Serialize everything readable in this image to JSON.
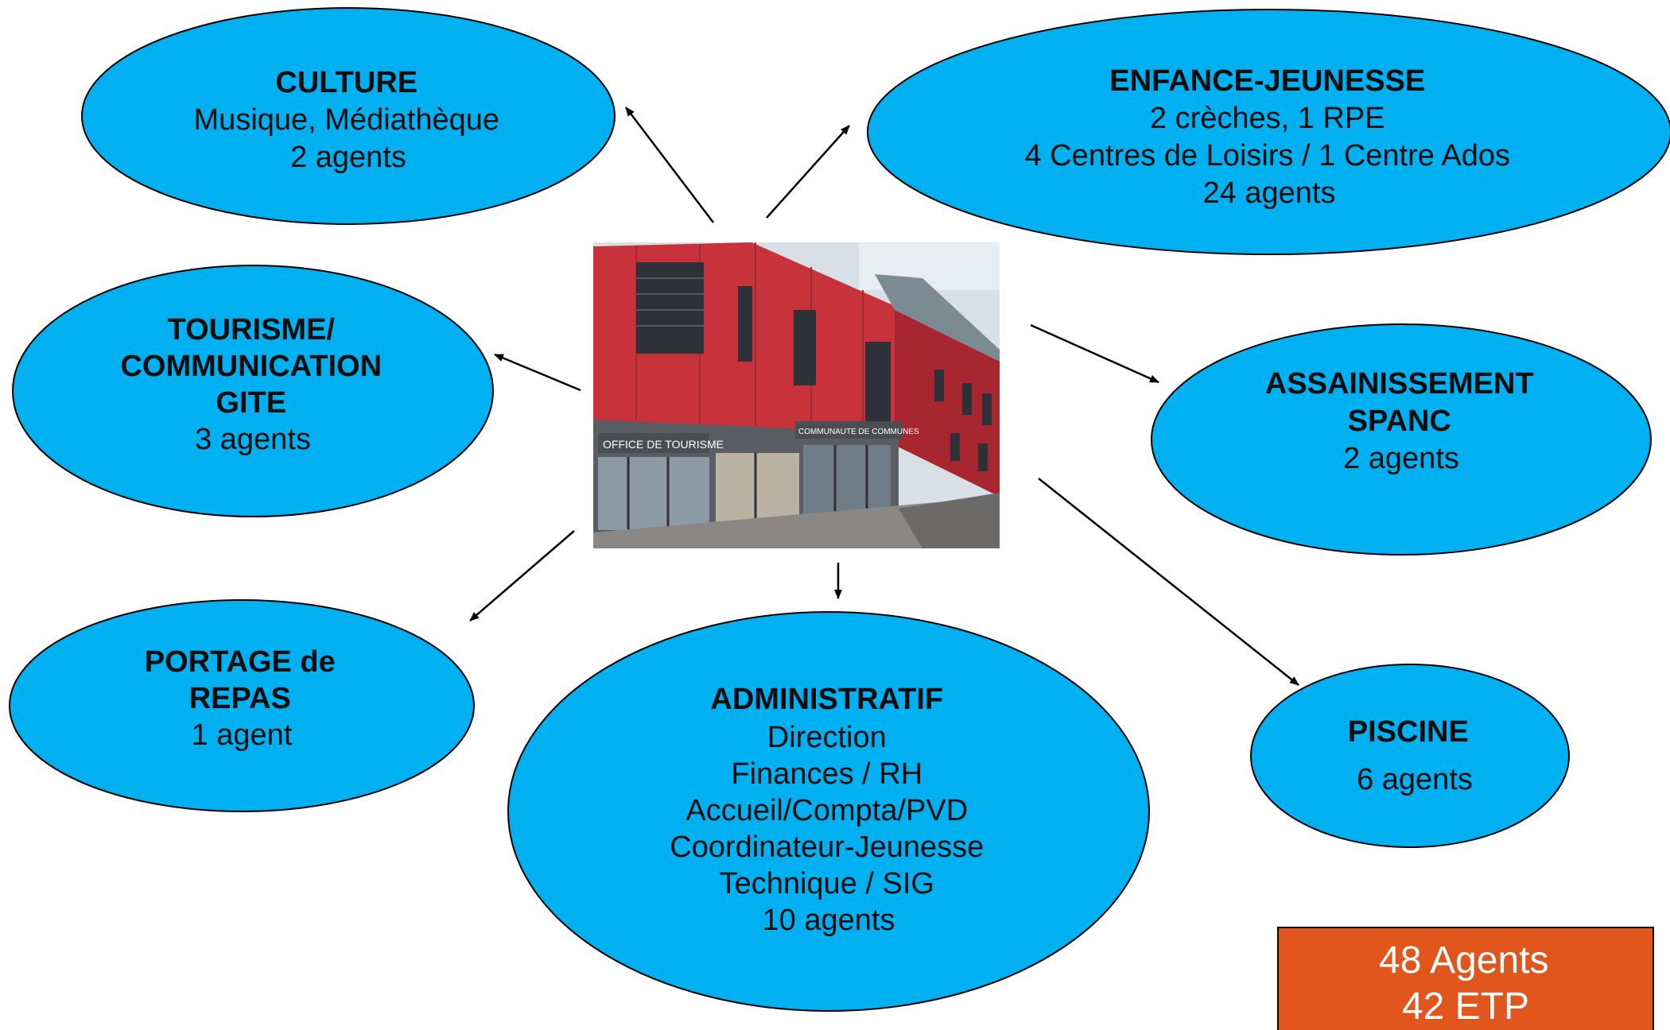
{
  "units": [
    {
      "id": "culture",
      "title_lines": [
        "CULTURE"
      ],
      "detail_lines": [
        "Musique, Médiathèque",
        "2 agents"
      ]
    },
    {
      "id": "enfance",
      "title_lines": [
        "ENFANCE-JEUNESSE"
      ],
      "detail_lines": [
        "2 crèches, 1 RPE",
        "4 Centres de Loisirs / 1 Centre Ados",
        "24 agents"
      ]
    },
    {
      "id": "tourisme",
      "title_lines": [
        "TOURISME/",
        "COMMUNICATION",
        "GITE"
      ],
      "detail_lines": [
        "3 agents"
      ]
    },
    {
      "id": "assainissement",
      "title_lines": [
        "ASSAINISSEMENT",
        "SPANC"
      ],
      "detail_lines": [
        "2 agents"
      ]
    },
    {
      "id": "portage",
      "title_lines": [
        "PORTAGE de",
        "REPAS"
      ],
      "detail_lines": [
        "1 agent"
      ]
    },
    {
      "id": "administratif",
      "title_lines": [
        "ADMINISTRATIF"
      ],
      "detail_lines": [
        "Direction",
        "Finances / RH",
        "Accueil/Compta/PVD",
        "Coordinateur-Jeunesse",
        "Technique / SIG",
        "10 agents"
      ]
    },
    {
      "id": "piscine",
      "title_lines": [
        "PISCINE"
      ],
      "detail_lines": [
        "6 agents"
      ]
    }
  ],
  "photo": {
    "signs": {
      "left": "OFFICE DE TOURISME",
      "right": "COMMUNAUTE DE COMMUNES"
    }
  },
  "total": {
    "agents": "48 Agents",
    "etp": "42 ETP"
  },
  "colors": {
    "bubble_fill": "#00b0f0",
    "bubble_stroke": "#000000",
    "total_fill": "#e0561c",
    "arrow": "#000000",
    "facade_red": "#c8323a",
    "facade_dark_red": "#a8262f"
  }
}
